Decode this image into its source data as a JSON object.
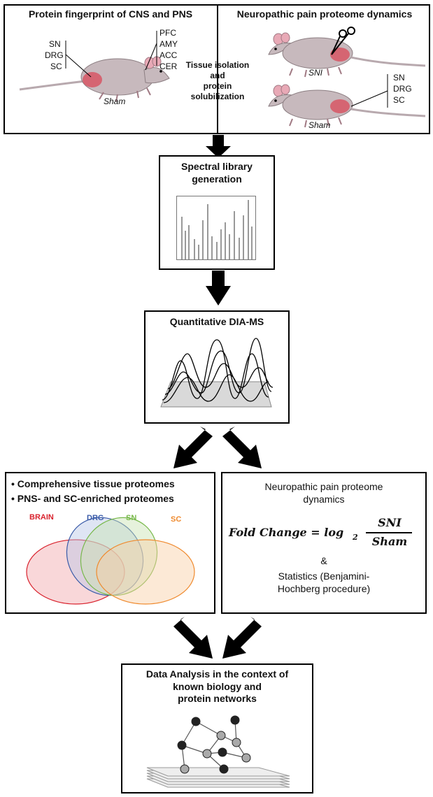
{
  "top_panel": {
    "left_title": "Protein fingerprint of CNS and PNS",
    "right_title": "Neuropathic pain proteome dynamics",
    "left_tissues": [
      "SN",
      "DRG",
      "SC"
    ],
    "brain_regions": [
      "PFC",
      "AMY",
      "ACC",
      "CER"
    ],
    "sham_label": "Sham",
    "middle_text": [
      "Tissue isolation",
      "and",
      "protein",
      "solubilization"
    ],
    "sni_label": "SNI",
    "right_tissues": [
      "SN",
      "DRG",
      "SC"
    ],
    "sham_label_right": "Sham"
  },
  "spectral": {
    "title_line1": "Spectral library",
    "title_line2": "generation"
  },
  "dia": {
    "title": "Quantitative DIA-MS"
  },
  "tissue_box": {
    "bullet1": "Comprehensive tissue proteomes",
    "bullet2": "PNS- and SC-enriched proteomes",
    "venn": {
      "brain": "BRAIN",
      "drg": "DRG",
      "sn": "SN",
      "sc": "SC",
      "colors": {
        "brain": "#d9232e",
        "drg": "#3a5ba8",
        "sn": "#77b84a",
        "sc": "#ef8a2e"
      }
    }
  },
  "pain_box": {
    "title_line1": "Neuropathic pain proteome",
    "title_line2": "dynamics",
    "formula_lhs": "Fold Change = log",
    "formula_sub": "2",
    "formula_num": "SNI",
    "formula_den": "Sham",
    "ampersand": "&",
    "stats_line1": "Statistics (Benjamini-",
    "stats_line2": "Hochberg procedure)"
  },
  "analysis": {
    "line1": "Data Analysis in the context of",
    "line2": "known biology and",
    "line3": "protein networks"
  }
}
